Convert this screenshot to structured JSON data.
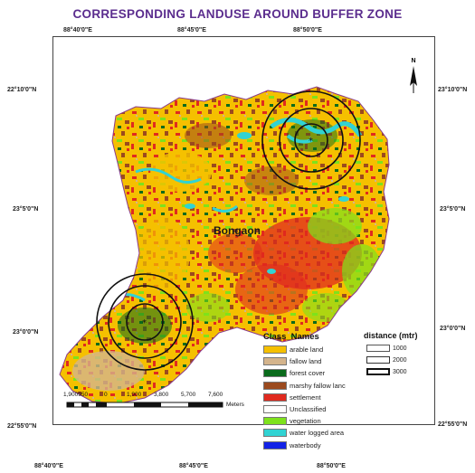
{
  "title": "CORRESPONDING LANDUSE AROUND BUFFER ZONE",
  "coordinates": {
    "top": [
      "88°40'0\"E",
      "88°45'0\"E",
      "88°50'0\"E"
    ],
    "bottom": [
      "88°40'0\"E",
      "88°45'0\"E",
      "88°50'0\"E"
    ],
    "left": [
      "22°10'0\"N",
      "23°5'0\"N",
      "23°0'0\"N",
      "22°55'0\"N"
    ],
    "right": [
      "23°10'0\"N",
      "23°5'0\"N",
      "23°0'0\"N",
      "22°55'0\"N"
    ]
  },
  "town_label": "Bongaon",
  "north_label": "N",
  "legend": {
    "title": "Class_Names",
    "items": [
      {
        "label": "arable land",
        "color": "#f5c000"
      },
      {
        "label": "fallow land",
        "color": "#d4b48c"
      },
      {
        "label": "forest cover",
        "color": "#0a6b1c"
      },
      {
        "label": "marshy fallow lanc",
        "color": "#9b4a1e"
      },
      {
        "label": "settlement",
        "color": "#e02a1f"
      },
      {
        "label": "Unclassified",
        "color": "#ffffff"
      },
      {
        "label": "vegetation",
        "color": "#7ee21c"
      },
      {
        "label": "water logged area",
        "color": "#31d3d3"
      },
      {
        "label": "waterbody",
        "color": "#1222e6"
      }
    ]
  },
  "distance_legend": {
    "title": "distance (mtr)",
    "items": [
      "1000",
      "2000",
      "3000"
    ]
  },
  "scale_bar": {
    "labels": [
      "1,900950",
      "0",
      "1,900",
      "3,800",
      "5,700",
      "7,600"
    ],
    "unit": "Meters"
  }
}
